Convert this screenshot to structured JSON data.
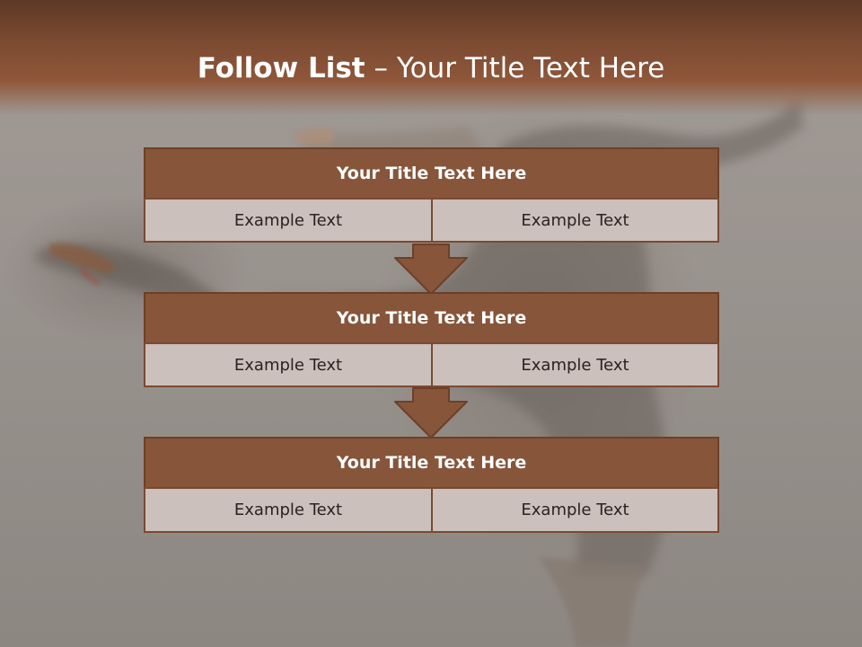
{
  "slide": {
    "title": {
      "bold": "Follow List",
      "separator": " – ",
      "rest": "Your Title Text Here"
    },
    "blocks": [
      {
        "heading": "Your Title Text Here",
        "cells": [
          "Example Text",
          "Example Text"
        ]
      },
      {
        "heading": "Your Title Text Here",
        "cells": [
          "Example Text",
          "Example Text"
        ]
      },
      {
        "heading": "Your Title Text Here",
        "cells": [
          "Example Text",
          "Example Text"
        ]
      }
    ],
    "arrow_count": 2
  },
  "colors": {
    "title_bar": "#7a4a31",
    "block_heading": "#86553a",
    "cell_fill": "#cbc0bb",
    "arrow_fill": "#86553a",
    "border": "#6e3f27"
  },
  "icons": [
    "down-arrow-icon"
  ]
}
